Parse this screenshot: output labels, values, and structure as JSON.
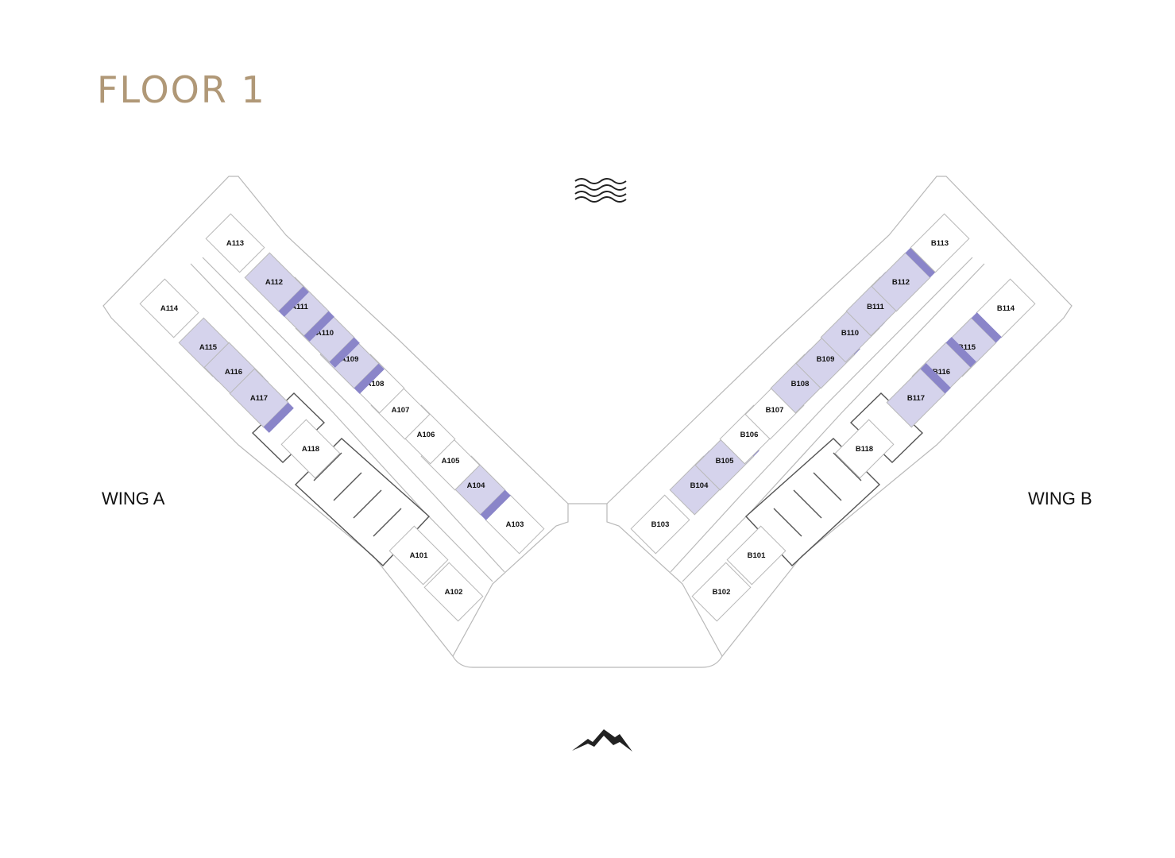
{
  "title": "FLOOR 1",
  "colors": {
    "title": "#b09877",
    "highlight": "#d5d3ec",
    "balcony": "#8a85c9",
    "line": "#b9b9b9",
    "text": "#111111"
  },
  "icons": {
    "top": "water-waves-icon",
    "bottom": "mountain-icon"
  },
  "wings": {
    "a": {
      "label": "WING A",
      "units": [
        {
          "id": "A101",
          "highlighted": false
        },
        {
          "id": "A102",
          "highlighted": false
        },
        {
          "id": "A103",
          "highlighted": false
        },
        {
          "id": "A104",
          "highlighted": true
        },
        {
          "id": "A105",
          "highlighted": false
        },
        {
          "id": "A106",
          "highlighted": false
        },
        {
          "id": "A107",
          "highlighted": false
        },
        {
          "id": "A108",
          "highlighted": false
        },
        {
          "id": "A109",
          "highlighted": true
        },
        {
          "id": "A110",
          "highlighted": true
        },
        {
          "id": "A111",
          "highlighted": true
        },
        {
          "id": "A112",
          "highlighted": true
        },
        {
          "id": "A113",
          "highlighted": false
        },
        {
          "id": "A114",
          "highlighted": false
        },
        {
          "id": "A115",
          "highlighted": true
        },
        {
          "id": "A116",
          "highlighted": true
        },
        {
          "id": "A117",
          "highlighted": true
        },
        {
          "id": "A118",
          "highlighted": false
        }
      ]
    },
    "b": {
      "label": "WING B",
      "units": [
        {
          "id": "B101",
          "highlighted": false
        },
        {
          "id": "B102",
          "highlighted": false
        },
        {
          "id": "B103",
          "highlighted": false
        },
        {
          "id": "B104",
          "highlighted": true
        },
        {
          "id": "B105",
          "highlighted": true
        },
        {
          "id": "B106",
          "highlighted": false
        },
        {
          "id": "B107",
          "highlighted": false
        },
        {
          "id": "B108",
          "highlighted": true
        },
        {
          "id": "B109",
          "highlighted": true
        },
        {
          "id": "B110",
          "highlighted": true
        },
        {
          "id": "B111",
          "highlighted": true
        },
        {
          "id": "B112",
          "highlighted": true
        },
        {
          "id": "B113",
          "highlighted": false
        },
        {
          "id": "B114",
          "highlighted": false
        },
        {
          "id": "B115",
          "highlighted": true
        },
        {
          "id": "B116",
          "highlighted": true
        },
        {
          "id": "B117",
          "highlighted": true
        },
        {
          "id": "B118",
          "highlighted": false
        }
      ]
    }
  }
}
